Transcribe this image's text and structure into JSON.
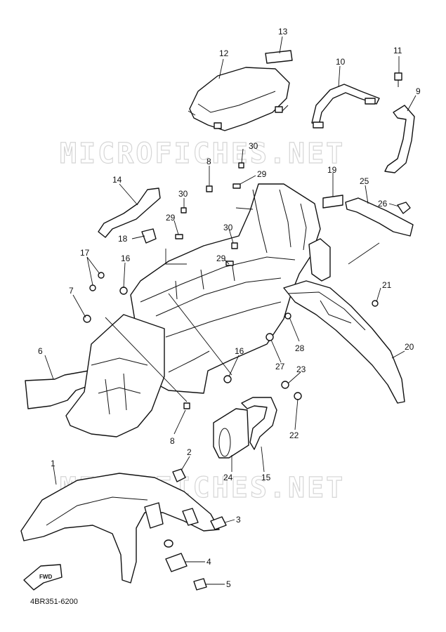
{
  "watermark": "MICROFICHES.NET",
  "diagram_code": "4BR351-6200",
  "forward_label": "FWD",
  "callouts": {
    "c1": "1",
    "c2": "2",
    "c3": "3",
    "c4": "4",
    "c5": "5",
    "c6": "6",
    "c7": "7",
    "c8a": "8",
    "c8b": "8",
    "c9": "9",
    "c10": "10",
    "c11": "11",
    "c12": "12",
    "c13": "13",
    "c14": "14",
    "c15": "15",
    "c16a": "16",
    "c16b": "16",
    "c17": "17",
    "c18": "18",
    "c19": "19",
    "c20": "20",
    "c21": "21",
    "c22": "22",
    "c23": "23",
    "c24": "24",
    "c25": "25",
    "c26": "26",
    "c27": "27",
    "c28": "28",
    "c29a": "29",
    "c29b": "29",
    "c29c": "29",
    "c30a": "30",
    "c30b": "30",
    "c30c": "30"
  }
}
